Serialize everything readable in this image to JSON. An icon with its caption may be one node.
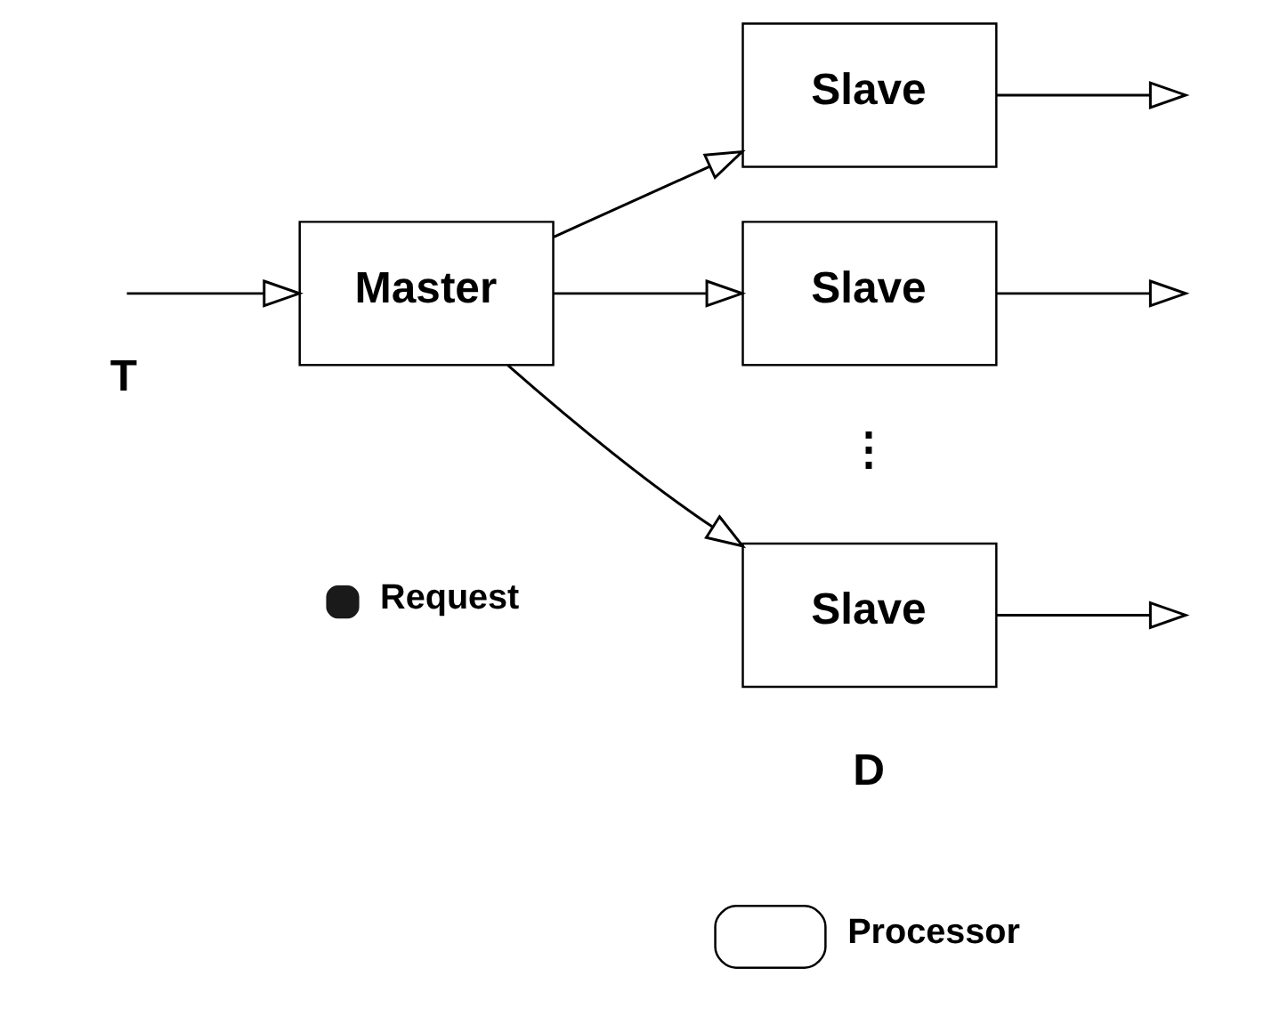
{
  "diagram": {
    "nodes": [
      {
        "text": [
          "Master"
        ]
      },
      {
        "text": [
          "Slave"
        ]
      },
      {
        "text": [
          "Slave"
        ]
      },
      {
        "text": [
          "Slave"
        ]
      }
    ],
    "edges": [
      {
        "from": null,
        "to": 0,
        "arrow": "to"
      },
      {
        "from": 0,
        "to": 1,
        "arrow": "to"
      },
      {
        "from": 0,
        "to": 2,
        "arrow": "to"
      },
      {
        "from": 0,
        "to": 3,
        "arrow": "to"
      },
      {
        "from": 1,
        "to": null,
        "arrow": "to"
      },
      {
        "from": 2,
        "to": null,
        "arrow": "to"
      },
      {
        "from": 3,
        "to": null,
        "arrow": "to"
      }
    ],
    "labels": [
      "T",
      "⋮",
      "D"
    ],
    "legend": [
      {
        "text": "Request"
      },
      {
        "text": "Processor"
      }
    ]
  }
}
